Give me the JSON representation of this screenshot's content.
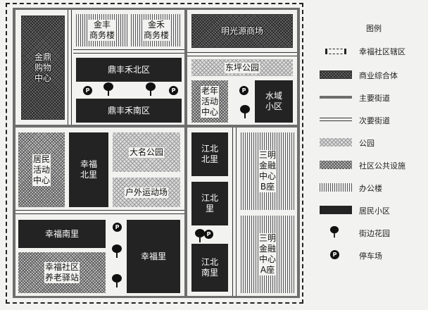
{
  "map": {
    "blocks": {
      "jinding": "金鼎\n购物\n中心",
      "jinfeng": "金丰\n商务楼",
      "jinhe": "金禾\n商务楼",
      "mingguang": "明光源商场",
      "dingfeng_north": "鼎丰禾北区",
      "dingfeng_south": "鼎丰禾南区",
      "dongping_park": "东坪公园",
      "elderly_center": "老年\n活动\n中心",
      "shuiyu": "水域\n小区",
      "resident_center": "居民\n活动\n中心",
      "xingfu_north": "幸福\n北里",
      "daming_park": "大名公园",
      "outdoor_field": "户外运动场",
      "jiangbei_north": "江北\n北里",
      "jiangbei": "江北\n里",
      "jiangbei_south": "江北\n南里",
      "sanming_b": "三明\n金融\n中心\nB座",
      "sanming_a": "三明\n金融\n中心\nA座",
      "xingfu_south": "幸福南里",
      "xingfu_eldercare": "幸福社区\n养老驿站",
      "xingfuli": "幸福里"
    },
    "parking_label": "P"
  },
  "legend": {
    "title": "图例",
    "items": [
      {
        "key": "boundary",
        "label": "幸福社区辖区"
      },
      {
        "key": "commercial",
        "label": "商业综合体"
      },
      {
        "key": "main_road",
        "label": "主要街道"
      },
      {
        "key": "secondary_road",
        "label": "次要街道"
      },
      {
        "key": "park",
        "label": "公园"
      },
      {
        "key": "facility",
        "label": "社区公共设施"
      },
      {
        "key": "office",
        "label": "办公楼"
      },
      {
        "key": "residential",
        "label": "居民小区"
      },
      {
        "key": "garden",
        "label": "街边花园"
      },
      {
        "key": "parking",
        "label": "停车场"
      }
    ]
  },
  "colors": {
    "residential": "#232323",
    "road_main": "#6e6e6e",
    "background": "#f2f2f0"
  }
}
